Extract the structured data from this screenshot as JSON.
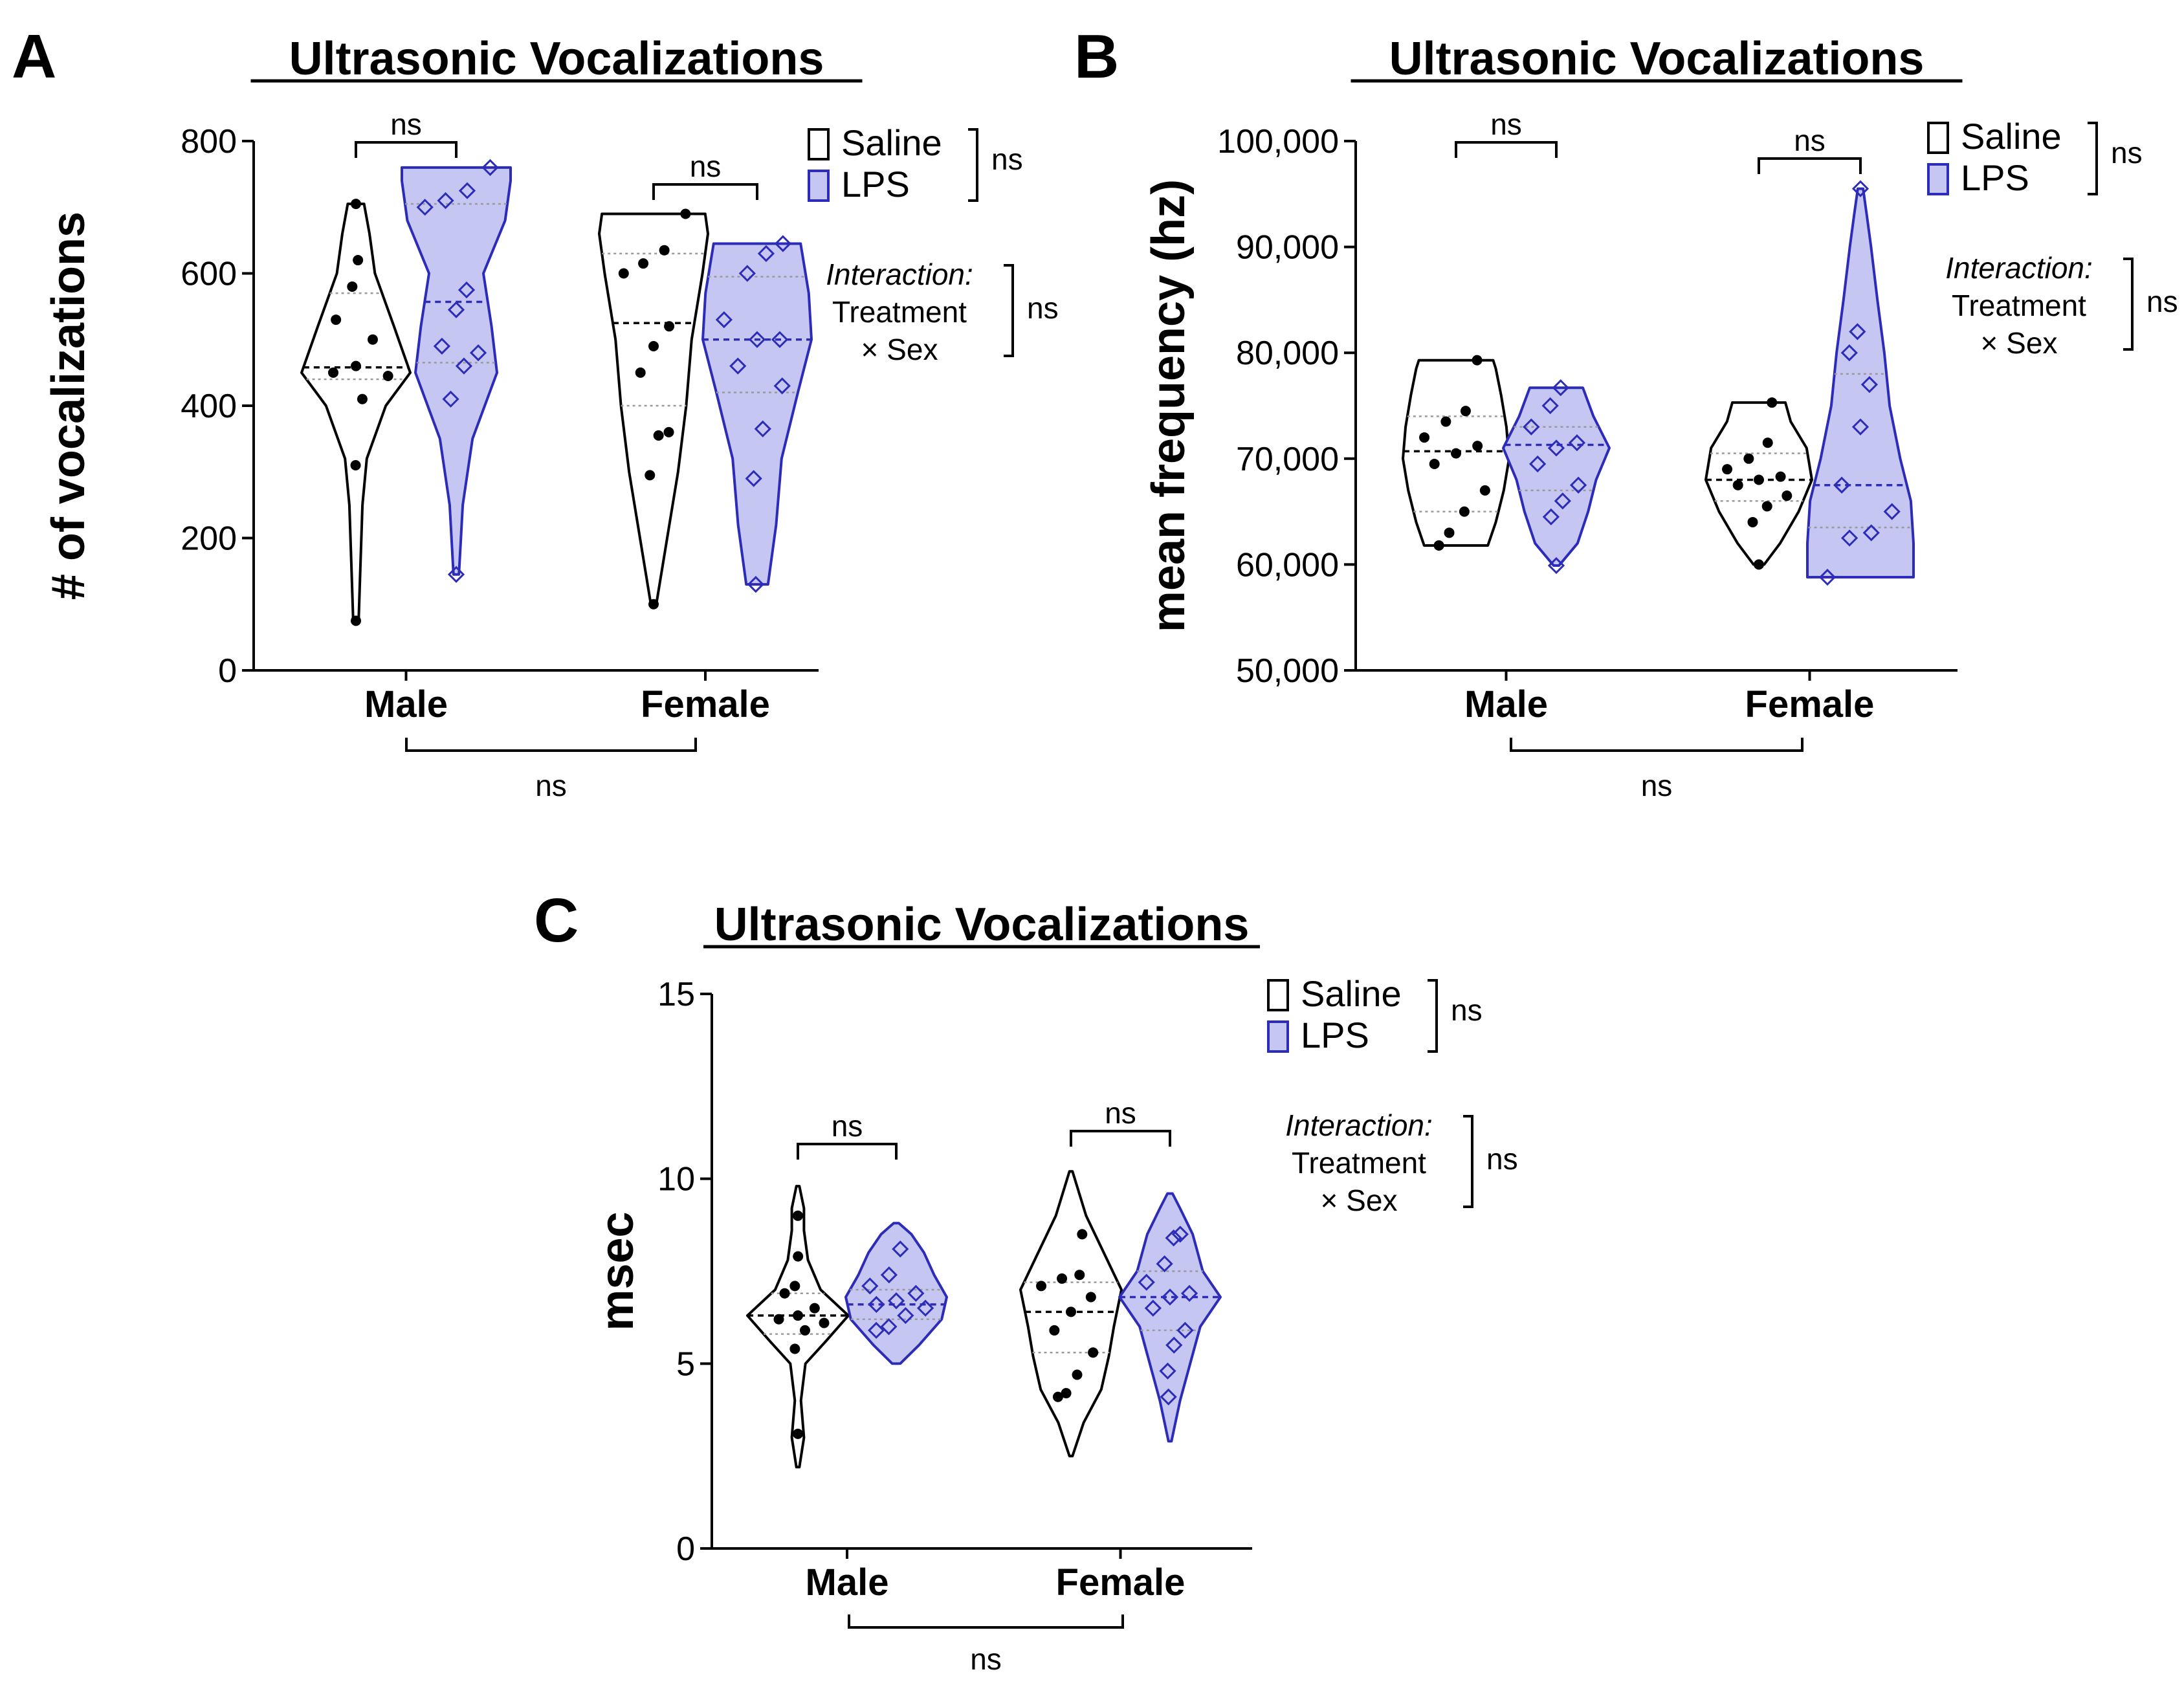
{
  "colors": {
    "saline_fill": "#ffffff",
    "saline_stroke": "#000000",
    "lps_fill": "#c6c6f2",
    "lps_stroke": "#2c2cb8"
  },
  "legend": {
    "saline": "Saline",
    "lps": "LPS",
    "ns": "ns"
  },
  "interaction": {
    "line1": "Interaction:",
    "line2": "Treatment",
    "line3": "× Sex",
    "ns": "ns"
  },
  "chart_data": [
    {
      "panel_letter": "A",
      "type": "violin",
      "title": "Ultrasonic Vocalizations",
      "ylabel": "# of vocalizations",
      "ylim": [
        0,
        800
      ],
      "yticks": [
        "0",
        "200",
        "400",
        "600",
        "800"
      ],
      "categories": [
        "Male",
        "Female"
      ],
      "significance": {
        "male": "ns",
        "female": "ns",
        "sex": "ns"
      },
      "series": [
        {
          "name": "Saline",
          "groups": [
            {
              "category": "Male",
              "median": 458,
              "quartiles": [
                440,
                570
              ],
              "range": [
                75,
                705
              ],
              "points": [
                75,
                310,
                410,
                445,
                450,
                460,
                500,
                530,
                580,
                620,
                705
              ],
              "shape": [
                [
                  75,
                  0.05
                ],
                [
                  150,
                  0.08
                ],
                [
                  250,
                  0.12
                ],
                [
                  320,
                  0.2
                ],
                [
                  400,
                  0.55
                ],
                [
                  450,
                  1.0
                ],
                [
                  520,
                  0.7
                ],
                [
                  600,
                  0.35
                ],
                [
                  660,
                  0.25
                ],
                [
                  705,
                  0.15
                ]
              ]
            },
            {
              "category": "Female",
              "median": 525,
              "quartiles": [
                400,
                630
              ],
              "range": [
                100,
                690
              ],
              "points": [
                100,
                295,
                355,
                360,
                450,
                490,
                520,
                600,
                615,
                635,
                690
              ],
              "shape": [
                [
                  100,
                  0.05
                ],
                [
                  200,
                  0.25
                ],
                [
                  300,
                  0.45
                ],
                [
                  400,
                  0.6
                ],
                [
                  500,
                  0.7
                ],
                [
                  600,
                  0.9
                ],
                [
                  660,
                  1.0
                ],
                [
                  690,
                  0.95
                ]
              ]
            }
          ]
        },
        {
          "name": "LPS",
          "groups": [
            {
              "category": "Male",
              "median": 557,
              "quartiles": [
                465,
                705
              ],
              "range": [
                145,
                760
              ],
              "points": [
                145,
                410,
                460,
                480,
                490,
                545,
                575,
                700,
                710,
                725,
                760
              ],
              "shape": [
                [
                  145,
                  0.05
                ],
                [
                  250,
                  0.12
                ],
                [
                  350,
                  0.3
                ],
                [
                  450,
                  0.75
                ],
                [
                  520,
                  0.65
                ],
                [
                  600,
                  0.5
                ],
                [
                  680,
                  0.9
                ],
                [
                  740,
                  1.0
                ],
                [
                  760,
                  1.0
                ]
              ]
            },
            {
              "category": "Female",
              "median": 500,
              "quartiles": [
                420,
                595
              ],
              "range": [
                130,
                645
              ],
              "points": [
                130,
                290,
                365,
                430,
                460,
                500,
                500,
                530,
                600,
                630,
                645
              ],
              "shape": [
                [
                  130,
                  0.2
                ],
                [
                  220,
                  0.35
                ],
                [
                  320,
                  0.45
                ],
                [
                  420,
                  0.75
                ],
                [
                  500,
                  1.0
                ],
                [
                  570,
                  0.95
                ],
                [
                  620,
                  0.85
                ],
                [
                  645,
                  0.8
                ]
              ]
            }
          ]
        }
      ]
    },
    {
      "panel_letter": "B",
      "type": "violin",
      "title": "Ultrasonic Vocalizations",
      "ylabel": "mean frequency (hz)",
      "ylim": [
        50000,
        100000
      ],
      "yticks": [
        "50,000",
        "60,000",
        "70,000",
        "80,000",
        "90,000",
        "100,000"
      ],
      "categories": [
        "Male",
        "Female"
      ],
      "significance": {
        "male": "ns",
        "female": "ns",
        "sex": "ns"
      },
      "series": [
        {
          "name": "Saline",
          "groups": [
            {
              "category": "Male",
              "median": 70700,
              "quartiles": [
                65000,
                74000
              ],
              "range": [
                61800,
                79300
              ],
              "points": [
                61800,
                63000,
                65000,
                67000,
                69500,
                70500,
                71200,
                72000,
                73500,
                74500,
                79300
              ],
              "shape": [
                [
                  61800,
                  0.6
                ],
                [
                  64000,
                  0.75
                ],
                [
                  67000,
                  0.9
                ],
                [
                  70000,
                  1.0
                ],
                [
                  73000,
                  0.95
                ],
                [
                  76000,
                  0.85
                ],
                [
                  78500,
                  0.75
                ],
                [
                  79300,
                  0.7
                ]
              ]
            },
            {
              "category": "Female",
              "median": 68000,
              "quartiles": [
                66000,
                70500
              ],
              "range": [
                60000,
                75300
              ],
              "points": [
                60000,
                64000,
                65500,
                66500,
                67500,
                68000,
                68300,
                69000,
                70000,
                71500,
                75300
              ],
              "shape": [
                [
                  60000,
                  0.1
                ],
                [
                  62000,
                  0.4
                ],
                [
                  65000,
                  0.75
                ],
                [
                  68000,
                  1.0
                ],
                [
                  71000,
                  0.9
                ],
                [
                  73500,
                  0.6
                ],
                [
                  75300,
                  0.5
                ]
              ]
            }
          ]
        },
        {
          "name": "LPS",
          "groups": [
            {
              "category": "Male",
              "median": 71300,
              "quartiles": [
                67000,
                73000
              ],
              "range": [
                59900,
                76700
              ],
              "points": [
                59900,
                64500,
                66000,
                67500,
                69500,
                71000,
                71500,
                73000,
                75000,
                76700
              ],
              "shape": [
                [
                  59900,
                  0.05
                ],
                [
                  62000,
                  0.4
                ],
                [
                  65000,
                  0.6
                ],
                [
                  68000,
                  0.75
                ],
                [
                  71000,
                  1.0
                ],
                [
                  74000,
                  0.7
                ],
                [
                  76700,
                  0.5
                ]
              ]
            },
            {
              "category": "Female",
              "median": 67500,
              "quartiles": [
                63500,
                78000
              ],
              "range": [
                58800,
                95500
              ],
              "points": [
                58800,
                62500,
                63000,
                65000,
                67500,
                73000,
                77000,
                80000,
                82000,
                95500
              ],
              "shape": [
                [
                  58800,
                  1.0
                ],
                [
                  62000,
                  1.0
                ],
                [
                  66000,
                  0.95
                ],
                [
                  70000,
                  0.75
                ],
                [
                  75000,
                  0.55
                ],
                [
                  80000,
                  0.45
                ],
                [
                  85000,
                  0.32
                ],
                [
                  90000,
                  0.2
                ],
                [
                  93000,
                  0.12
                ],
                [
                  95500,
                  0.05
                ]
              ]
            }
          ]
        }
      ]
    },
    {
      "panel_letter": "C",
      "type": "violin",
      "title": "Ultrasonic Vocalizations",
      "ylabel": "msec",
      "ylim": [
        0,
        15
      ],
      "yticks": [
        "0",
        "5",
        "10",
        "15"
      ],
      "categories": [
        "Male",
        "Female"
      ],
      "significance": {
        "male": "ns",
        "female": "ns",
        "sex": "ns"
      },
      "series": [
        {
          "name": "Saline",
          "groups": [
            {
              "category": "Male",
              "median": 6.3,
              "quartiles": [
                5.8,
                6.9
              ],
              "range": [
                2.2,
                9.8
              ],
              "points": [
                3.1,
                5.4,
                5.9,
                6.1,
                6.2,
                6.3,
                6.5,
                6.9,
                7.1,
                7.9,
                9.0
              ],
              "shape": [
                [
                  2.2,
                  0.03
                ],
                [
                  3.0,
                  0.12
                ],
                [
                  4.0,
                  0.06
                ],
                [
                  5.0,
                  0.15
                ],
                [
                  5.6,
                  0.55
                ],
                [
                  6.3,
                  1.0
                ],
                [
                  7.0,
                  0.45
                ],
                [
                  7.8,
                  0.2
                ],
                [
                  8.6,
                  0.12
                ],
                [
                  9.2,
                  0.12
                ],
                [
                  9.8,
                  0.03
                ]
              ]
            },
            {
              "category": "Female",
              "median": 6.4,
              "quartiles": [
                5.3,
                7.2
              ],
              "range": [
                2.5,
                10.2
              ],
              "points": [
                4.1,
                4.2,
                4.7,
                5.3,
                5.9,
                6.4,
                6.8,
                7.1,
                7.3,
                7.4,
                8.5
              ],
              "shape": [
                [
                  2.5,
                  0.03
                ],
                [
                  3.4,
                  0.25
                ],
                [
                  4.3,
                  0.6
                ],
                [
                  5.2,
                  0.75
                ],
                [
                  6.0,
                  0.85
                ],
                [
                  7.0,
                  1.0
                ],
                [
                  8.0,
                  0.65
                ],
                [
                  9.0,
                  0.3
                ],
                [
                  10.2,
                  0.03
                ]
              ]
            }
          ]
        },
        {
          "name": "LPS",
          "groups": [
            {
              "category": "Male",
              "median": 6.6,
              "quartiles": [
                6.2,
                7.0
              ],
              "range": [
                5.0,
                8.8
              ],
              "points": [
                5.9,
                6.0,
                6.3,
                6.5,
                6.6,
                6.7,
                6.9,
                7.1,
                7.4,
                8.1
              ],
              "shape": [
                [
                  5.0,
                  0.08
                ],
                [
                  5.5,
                  0.45
                ],
                [
                  6.2,
                  0.9
                ],
                [
                  6.8,
                  1.0
                ],
                [
                  7.4,
                  0.75
                ],
                [
                  8.0,
                  0.55
                ],
                [
                  8.5,
                  0.3
                ],
                [
                  8.8,
                  0.05
                ]
              ]
            },
            {
              "category": "Female",
              "median": 6.8,
              "quartiles": [
                5.9,
                7.5
              ],
              "range": [
                2.9,
                9.6
              ],
              "points": [
                4.1,
                4.8,
                5.5,
                5.9,
                6.5,
                6.8,
                6.9,
                7.2,
                7.7,
                8.4,
                8.5
              ],
              "shape": [
                [
                  2.9,
                  0.03
                ],
                [
                  4.0,
                  0.2
                ],
                [
                  5.0,
                  0.4
                ],
                [
                  6.0,
                  0.6
                ],
                [
                  6.8,
                  1.0
                ],
                [
                  7.5,
                  0.65
                ],
                [
                  8.5,
                  0.45
                ],
                [
                  9.2,
                  0.2
                ],
                [
                  9.6,
                  0.05
                ]
              ]
            }
          ]
        }
      ]
    }
  ]
}
